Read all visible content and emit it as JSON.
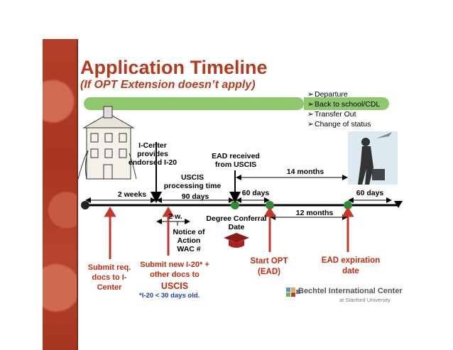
{
  "title": "Application Timeline",
  "subtitle": "(If OPT Extension doesn’t apply)",
  "bullets": [
    "Departure",
    "Back to school/CDL",
    "Transfer Out",
    "Change of status"
  ],
  "labels": {
    "icenter": "I-Center provides endorsed I-20",
    "ead_received": "EAD received from USCIS",
    "uscis_processing": "USCIS processing time",
    "days90": "90 days",
    "weeks2": "2 weeks",
    "w2": "2 w.",
    "days60a": "60 days",
    "months14": "14 months",
    "days60b": "60 days",
    "months12": "12 months",
    "degree": "Degree Conferral Date",
    "notice": "Notice of Action WAC #"
  },
  "steps": {
    "submit_docs": "Submit req. docs to I-Center",
    "submit_i20_line1": "Submit new I-20* + other docs to",
    "submit_i20_line2": "USCIS",
    "footnote": "*I-20 < 30 days old.",
    "start_opt": "Start OPT (EAD)",
    "ead_expiration": "EAD expiration date"
  },
  "logo": {
    "name": "Bechtel International Center",
    "sub": "at Stanford University"
  },
  "colors": {
    "title": "#b33a1f",
    "arrow": "#c0392b",
    "green": "#2e8b3a",
    "red_text": "#c02a0e"
  }
}
